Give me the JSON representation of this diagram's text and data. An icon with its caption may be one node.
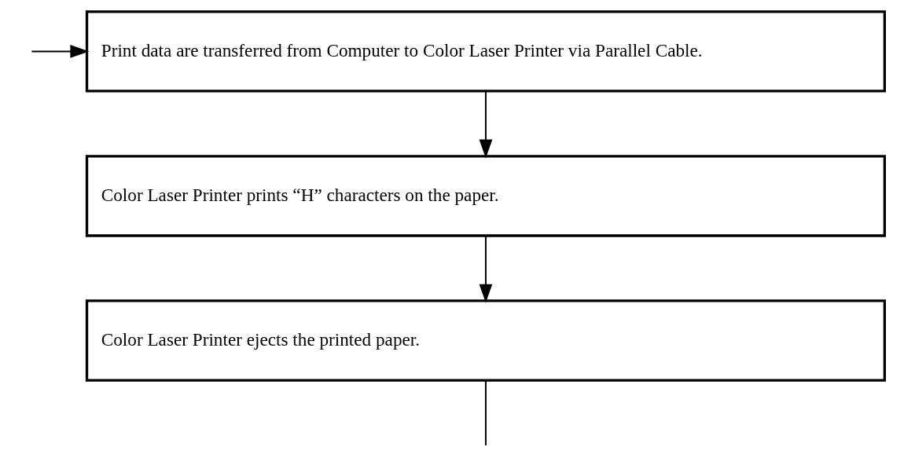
{
  "diagram": {
    "nodes": [
      {
        "text": [
          "Print data are transferred from Computer to Color Laser Printer via Parallel Cable."
        ]
      },
      {
        "text": [
          "Color Laser Printer prints “H” characters on the paper."
        ]
      },
      {
        "text": [
          "Color Laser Printer ejects the printed paper."
        ]
      }
    ],
    "edges": [
      {
        "from": null,
        "to": 0,
        "arrow": "to"
      },
      {
        "from": 0,
        "to": 1,
        "arrow": "to"
      },
      {
        "from": 1,
        "to": 2,
        "arrow": "to"
      },
      {
        "from": 2,
        "to": null,
        "arrow": "none"
      }
    ]
  }
}
